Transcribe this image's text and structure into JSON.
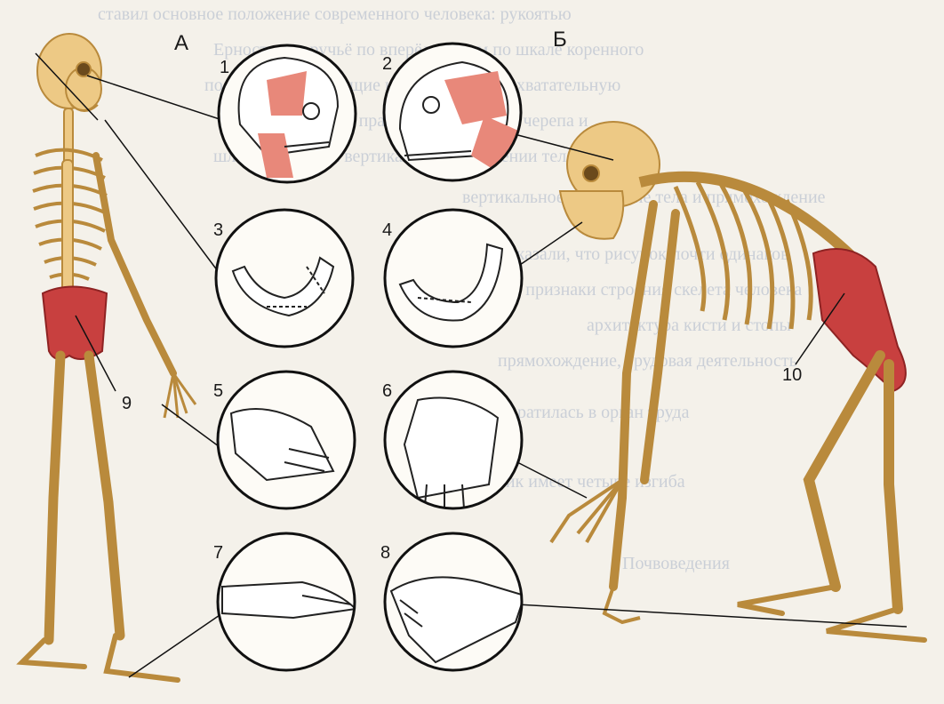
{
  "diagram": {
    "panel_labels": {
      "human": "А",
      "ape": "Б"
    },
    "callouts": [
      "1",
      "2",
      "3",
      "4",
      "5",
      "6",
      "7",
      "8",
      "9",
      "10"
    ]
  },
  "colors": {
    "bone": "#edc985",
    "bone_dark": "#b98a3c",
    "highlight": "#d9463f",
    "muscle": "#e8887a",
    "background": "#f4f1ea",
    "circle_border": "#111111",
    "text_ghost": "#a9b4c8"
  },
  "background_text_lines": [
    "ставил основное положение современного человека: рукоятью",
    "Ерностно за ручьё по вперёд итогом по шкале коренного",
    "полиняя, Сообщающие классифицируем хватательную",
    "пользует которые правильная строение черепа и",
    "шлем взгляд при вертикальном положении тела",
    "вертикальное положение тела и прямохождение",
    "показали, что рисунок почти одинаков",
    "Многие признаки строения скелета человека",
    "архитектура кисти и стопы",
    "прямохождение, трудовая деятельность",
    "рука превратилась в орган труда",
    "позвоночник имеет четыре изгиба",
    "Почвоведения"
  ]
}
